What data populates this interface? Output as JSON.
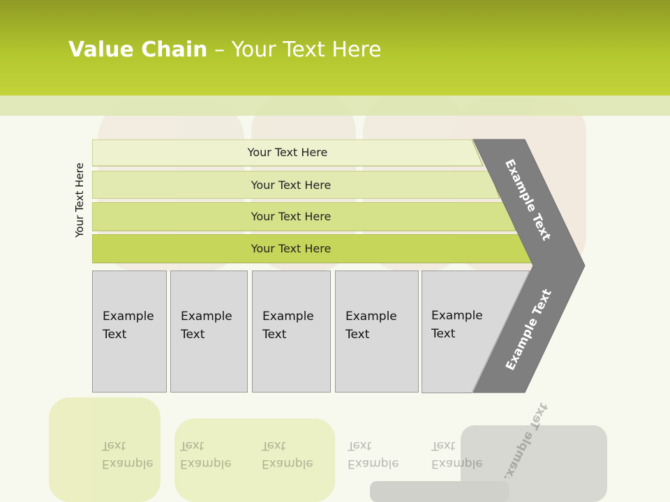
{
  "slide": {
    "title_bold": "Value Chain",
    "title_rest": " – Your Text Here",
    "side_label": "Your Text Here"
  },
  "rows": [
    {
      "label": "Your Text Here"
    },
    {
      "label": "Your Text Here"
    },
    {
      "label": "Your Text Here"
    },
    {
      "label": "Your Text Here"
    }
  ],
  "columns": [
    {
      "line1": "Example",
      "line2": "Text"
    },
    {
      "line1": "Example",
      "line2": "Text"
    },
    {
      "line1": "Example",
      "line2": "Text"
    },
    {
      "line1": "Example",
      "line2": "Text"
    },
    {
      "line1": "Example",
      "line2": "Text"
    }
  ],
  "arrow": {
    "upper_label": "Example Text",
    "lower_label": "Example Text"
  },
  "colors": {
    "header": "#b2c62e",
    "row_light": "#eef2cf",
    "row_medium": "#e2eab2",
    "row_dark": "#d6e289",
    "row_darkest": "#c6d65a",
    "column_fill": "#d9d9d9",
    "arrow": "#7f7f7f"
  }
}
